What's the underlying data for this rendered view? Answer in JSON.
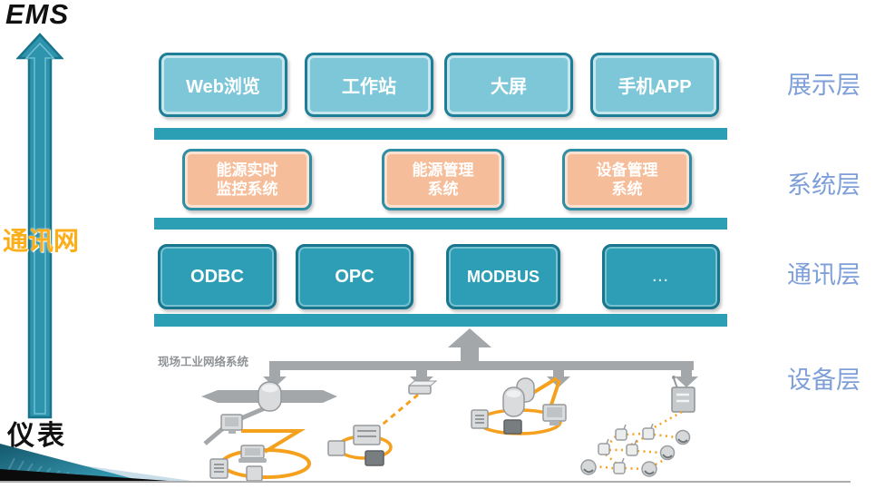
{
  "axis": {
    "top_label": "EMS",
    "middle_label": "通讯网",
    "bottom_label": "仪表"
  },
  "layer_labels": [
    "展示层",
    "系统层",
    "通讯层",
    "设备层"
  ],
  "presentation_layer": {
    "items": [
      "Web浏览",
      "工作站",
      "大屏",
      "手机APP"
    ]
  },
  "system_layer": {
    "items": [
      {
        "line1": "能源实时",
        "line2": "监控系统"
      },
      {
        "line1": "能源管理",
        "line2": "系统"
      },
      {
        "line1": "设备管理",
        "line2": "系统"
      }
    ]
  },
  "communication_layer": {
    "items": [
      "ODBC",
      "OPC",
      "MODBUS",
      "..."
    ]
  },
  "device_layer": {
    "caption": "现场工业网络系统"
  },
  "colors": {
    "bar_teal": "#2C9FB5",
    "box_light_fill": "#7EC7D8",
    "box_peach_fill": "#F5BD99",
    "box_dark_fill": "#2E9EB6",
    "box_border_teal": "#1F7E97",
    "axis_arrow_teal": "#2E93AD",
    "layer_label_blue": "#7E9FD8",
    "network_label_orange": "#FBAE17",
    "illustration_gray": "#A4A7AA",
    "illustration_orange": "#F5A11E"
  }
}
